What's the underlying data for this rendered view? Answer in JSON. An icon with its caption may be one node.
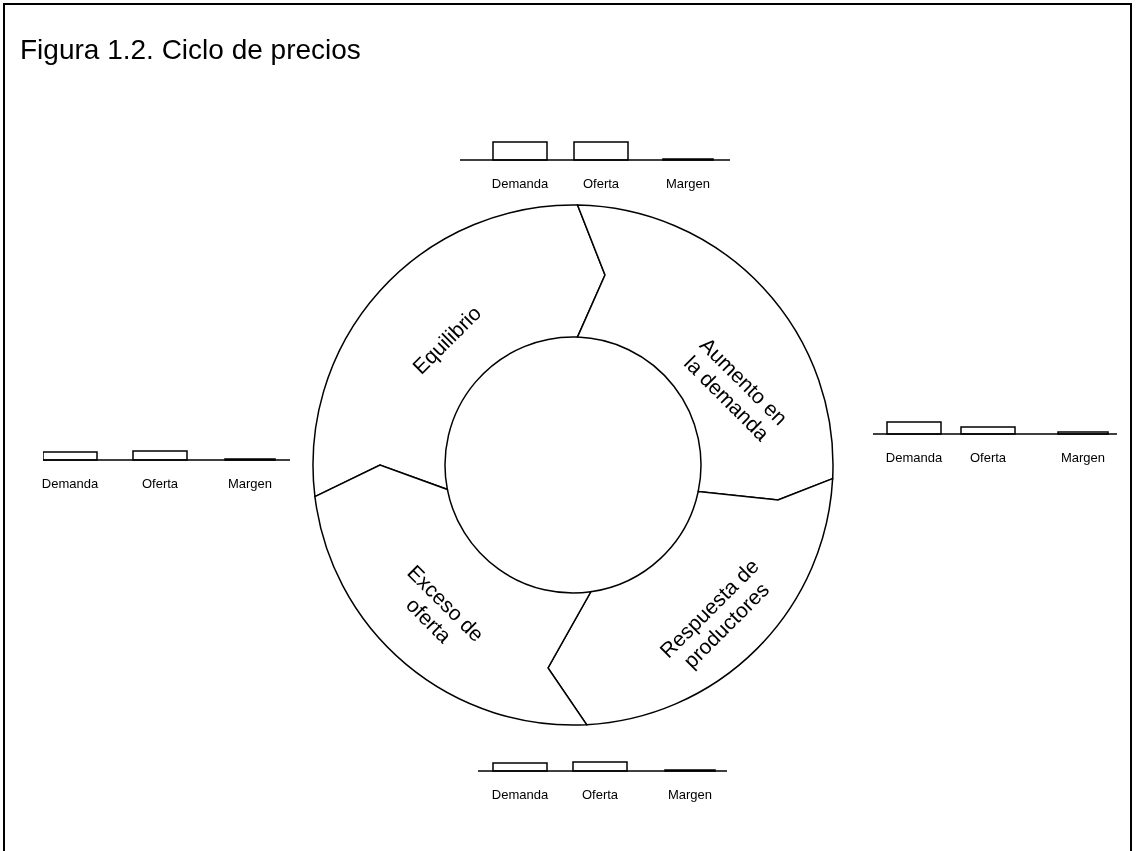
{
  "diagram": {
    "title": "Figura 1.2. Ciclo de precios",
    "nodes": [
      {
        "text": [
          "Equilibrio"
        ]
      },
      {
        "text": [
          "Aumento en la demanda"
        ]
      },
      {
        "text": [
          "Respuesta de productores"
        ]
      },
      {
        "text": [
          "Exceso de oferta"
        ]
      }
    ],
    "labels": [
      "Demanda",
      "Oferta",
      "Margen",
      "Demanda",
      "Oferta",
      "Margen",
      "Demanda",
      "Oferta",
      "Margen",
      "Demanda",
      "Oferta",
      "Margen"
    ]
  }
}
